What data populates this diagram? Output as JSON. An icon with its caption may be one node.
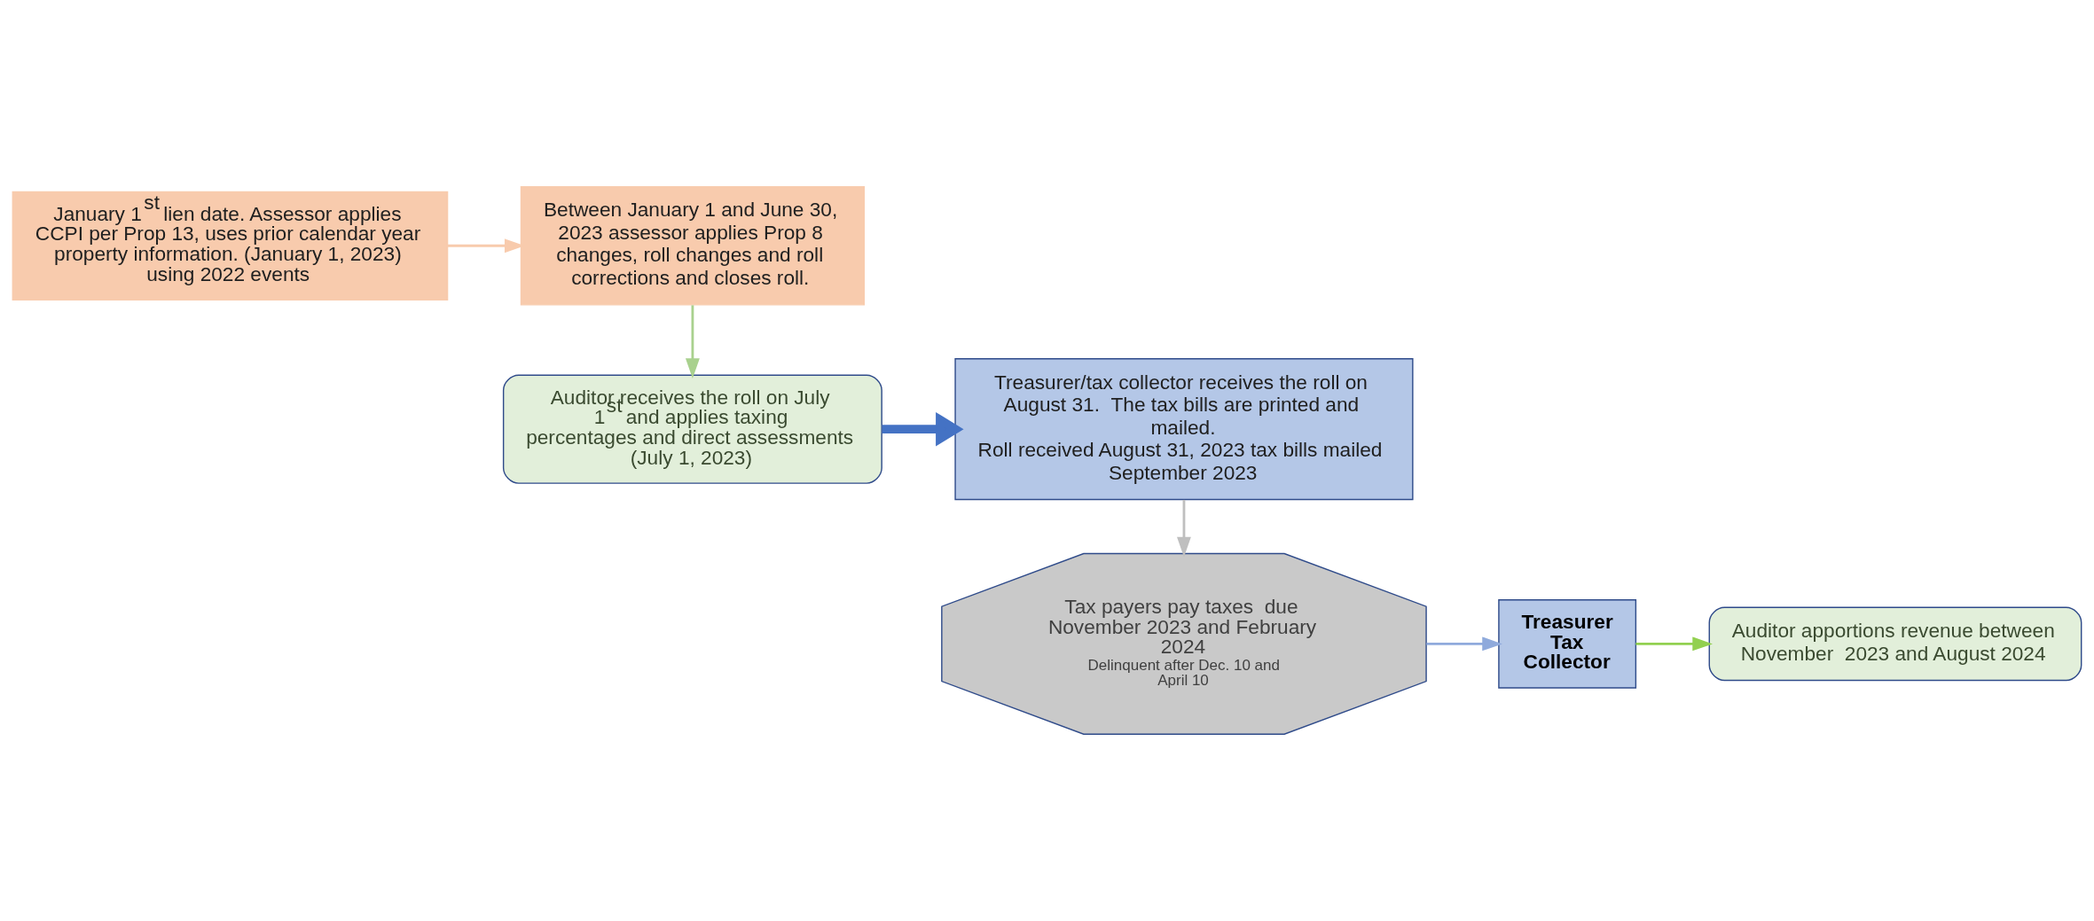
{
  "diagram": {
    "nodes": [
      {
        "text": [
          "January 1$^{st}$ lien date. Assessor applies CCPI per Prop 13, uses prior calendar year property information. (January 1, 2023) using 2022 events"
        ]
      },
      {
        "text": [
          "Between January 1 and June 30, 2023 assessor applies Prop 8 changes, roll changes and roll corrections and closes roll."
        ]
      },
      {
        "text": [
          "Auditor receives the roll on July 1$^{st}$ and applies taxing percentages and direct assessments (July 1, 2023)"
        ]
      },
      {
        "text": [
          "Treasurer/tax collector receives the roll on August 31.  The tax bills are printed and mailed.",
          "Roll received August 31, 2023 tax bills mailed September 2023"
        ]
      },
      {
        "text": [
          "Tax payers pay taxes  due November 2023 and February 2024",
          "Delinquent after Dec. 10 and April 10"
        ]
      },
      {
        "text": [
          "Treasurer Tax Collector"
        ]
      },
      {
        "text": [
          "Auditor apportions revenue between November  2023 and August 2024"
        ]
      }
    ],
    "edges": [
      {
        "from": 0,
        "to": 1,
        "arrow": "to",
        "color": "#f8cbad"
      },
      {
        "from": 1,
        "to": 2,
        "arrow": "to",
        "color": "#a9d18e"
      },
      {
        "from": 2,
        "to": 3,
        "arrow": "to",
        "color": "#4472c4",
        "style": "thick"
      },
      {
        "from": 3,
        "to": 4,
        "arrow": "to",
        "color": "#bfbfbf"
      },
      {
        "from": 4,
        "to": 5,
        "arrow": "to",
        "color": "#8faadc"
      },
      {
        "from": 5,
        "to": 6,
        "arrow": "to",
        "color": "#92d050"
      }
    ]
  }
}
